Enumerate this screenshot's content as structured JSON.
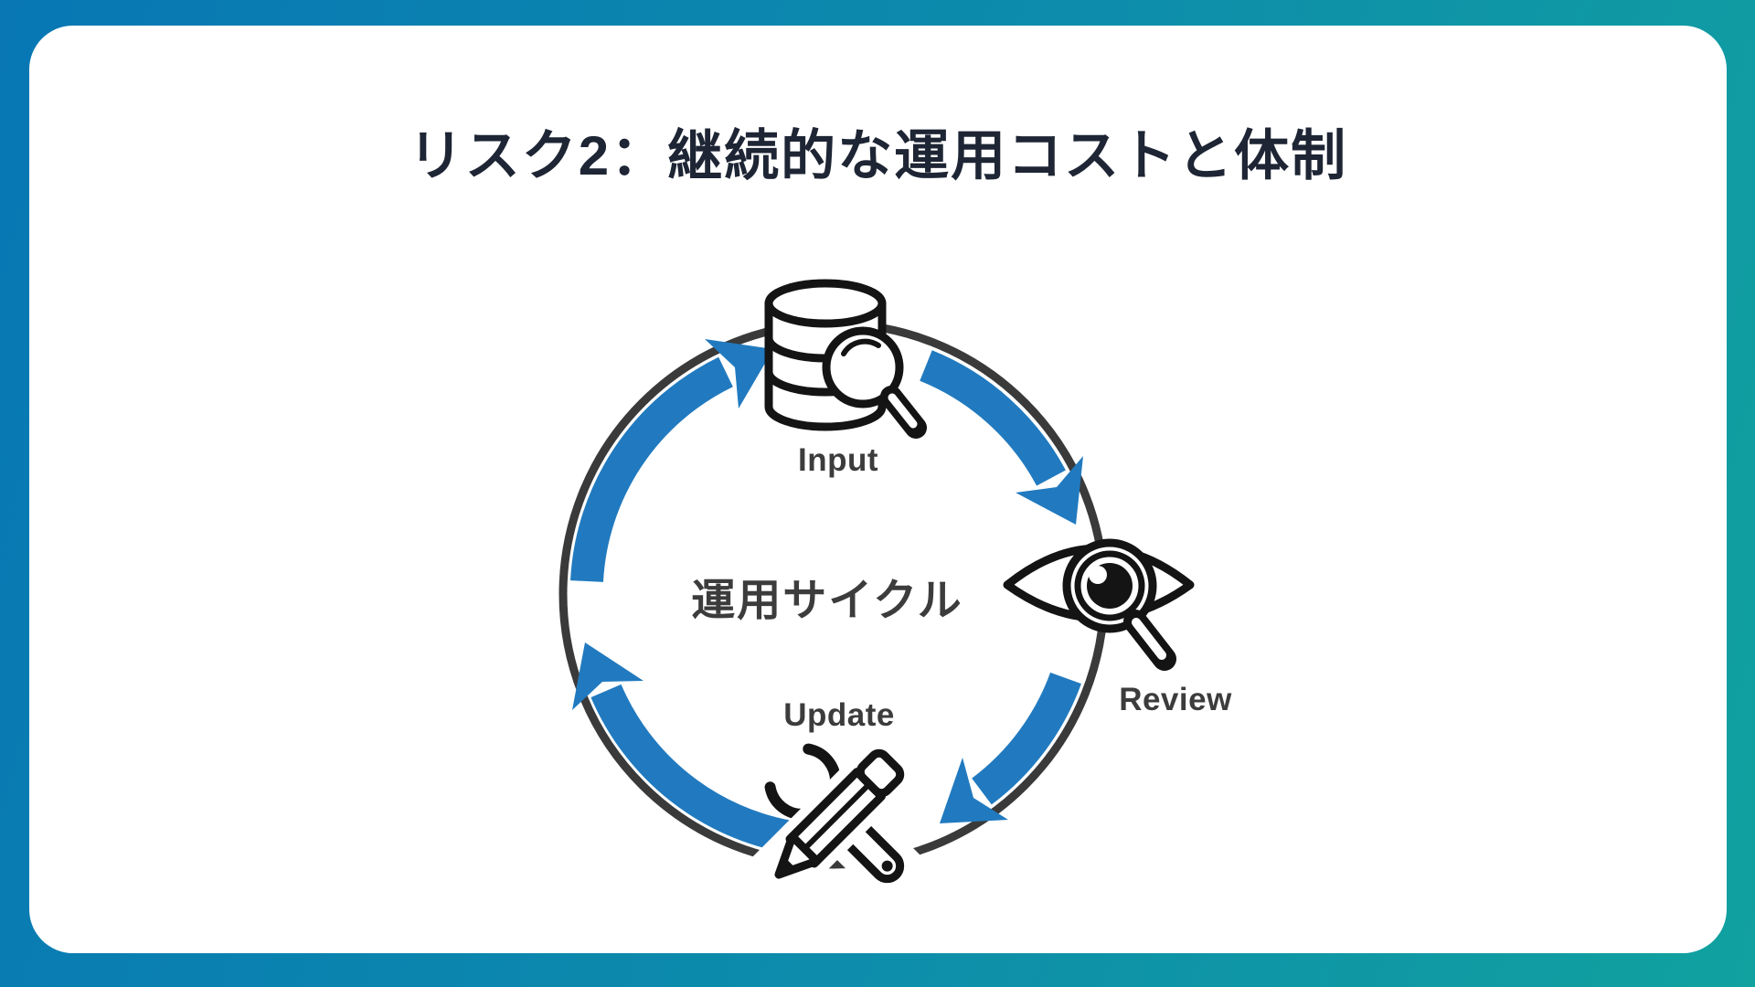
{
  "slide": {
    "title": "リスク2：継続的な運用コストと体制"
  },
  "diagram": {
    "center_label": "運用サイクル",
    "nodes": [
      {
        "id": "input",
        "label": "Input",
        "icon": "database-search-icon"
      },
      {
        "id": "review",
        "label": "Review",
        "icon": "eye-magnifier-icon"
      },
      {
        "id": "update",
        "label": "Update",
        "icon": "wrench-pencil-icon"
      }
    ]
  },
  "colors": {
    "frame_gradient_start": "#0877b4",
    "frame_gradient_end": "#11a19f",
    "card_background": "#ffffff",
    "title_text": "#1e2534",
    "label_text": "#3c3c3c",
    "arrow_blue": "#217abf",
    "cycle_circle_gray": "#3a3a3a",
    "icon_black": "#141414"
  }
}
